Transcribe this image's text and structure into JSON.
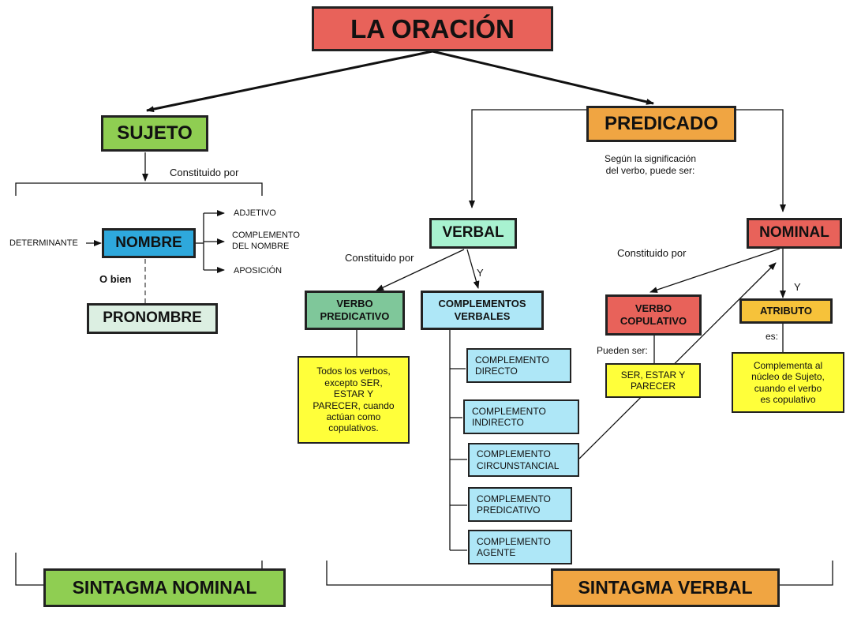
{
  "root": "LA ORACIÓN",
  "sujeto": {
    "title": "SUJETO",
    "constituido": "Constituido por",
    "determinante": "DETERMINANTE",
    "nombre": "NOMBRE",
    "obien": "O bien",
    "pronombre": "PRONOMBRE",
    "modifiers": [
      "ADJETIVO",
      "COMPLEMENTO\nDEL NOMBRE",
      "APOSICIÓN"
    ]
  },
  "predicado": {
    "title": "PREDICADO",
    "segun": "Según la significación\ndel verbo, puede ser:",
    "verbal": {
      "title": "VERBAL",
      "constituido": "Constituido por",
      "y": "Y",
      "verbo_predicativo": "VERBO\nPREDICATIVO",
      "complementos_verbales": "COMPLEMENTOS\nVERBALES",
      "nota": "Todos los verbos,\nexcepto SER,\nESTAR Y\nPARECER, cuando\nactúan como\ncopulativos.",
      "complementos": [
        "COMPLEMENTO\nDIRECTO",
        "COMPLEMENTO\nINDIRECTO",
        "COMPLEMENTO\nCIRCUNSTANCIAL",
        "COMPLEMENTO\nPREDICATIVO",
        "COMPLEMENTO\nAGENTE"
      ]
    },
    "nominal": {
      "title": "NOMINAL",
      "constituido": "Constituido por",
      "y": "Y",
      "verbo_copulativo": "VERBO\nCOPULATIVO",
      "pueden": "Pueden ser:",
      "ser_estar": "SER, ESTAR Y\nPARECER",
      "atributo": "ATRIBUTO",
      "es": "es:",
      "nota": "Complementa al\nnúcleo de Sujeto,\ncuando el verbo\nes copulativo"
    }
  },
  "sintagma_nominal": "SINTAGMA NOMINAL",
  "sintagma_verbal": "SINTAGMA VERBAL"
}
